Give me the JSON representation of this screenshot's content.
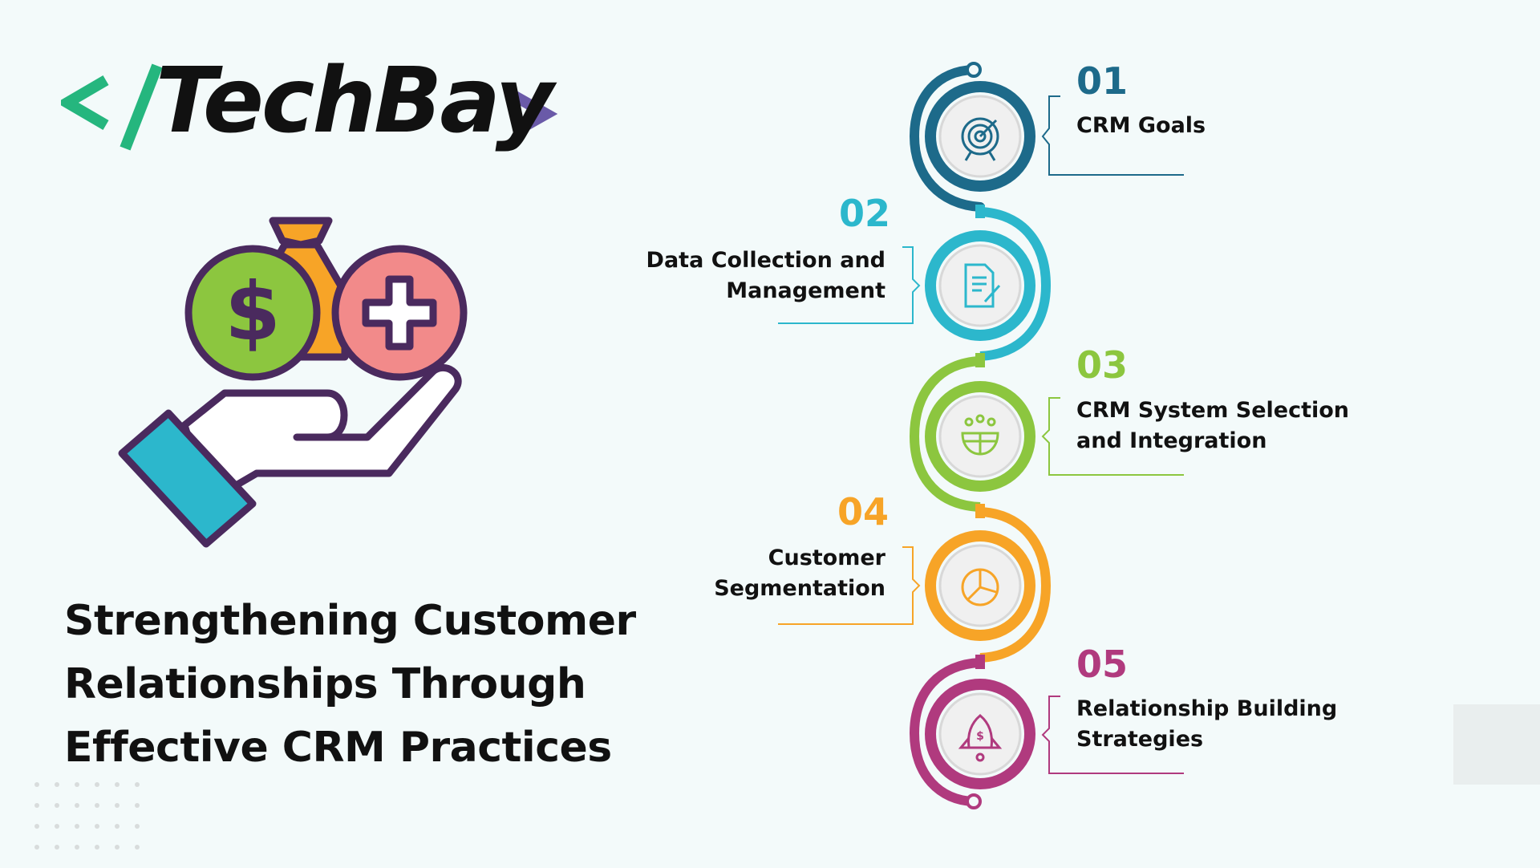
{
  "brand": {
    "name": "TechBay",
    "bracket_open": "</",
    "bracket_close": ">",
    "colors": {
      "open": "#25b67e",
      "close": "#6a5aa8",
      "text": "#111111"
    }
  },
  "headline": {
    "line1": "Strengthening Customer",
    "line2": "Relationships Through",
    "line3": "Effective CRM Practices"
  },
  "steps": [
    {
      "number": "01",
      "label_line1": "CRM Goals",
      "label_line2": "",
      "icon": "target-icon",
      "color": "#1d6a8a"
    },
    {
      "number": "02",
      "label_line1": "Data Collection and",
      "label_line2": "Management",
      "icon": "document-icon",
      "color": "#2cb7cc"
    },
    {
      "number": "03",
      "label_line1": "CRM System Selection",
      "label_line2": "and Integration",
      "icon": "team-globe-icon",
      "color": "#8cc63f"
    },
    {
      "number": "04",
      "label_line1": "Customer",
      "label_line2": "Segmentation",
      "icon": "pie-chart-icon",
      "color": "#f7a427"
    },
    {
      "number": "05",
      "label_line1": "Relationship Building",
      "label_line2": "Strategies",
      "icon": "rocket-icon",
      "color": "#b03a7e"
    }
  ],
  "illustration": {
    "icon": "money-hand-icon",
    "colors": {
      "outline": "#4a2a5e",
      "coin_dollar": "#8cc63f",
      "coin_plus": "#f28a8a",
      "bag": "#f7a427",
      "cuff": "#2cb7cc"
    }
  }
}
